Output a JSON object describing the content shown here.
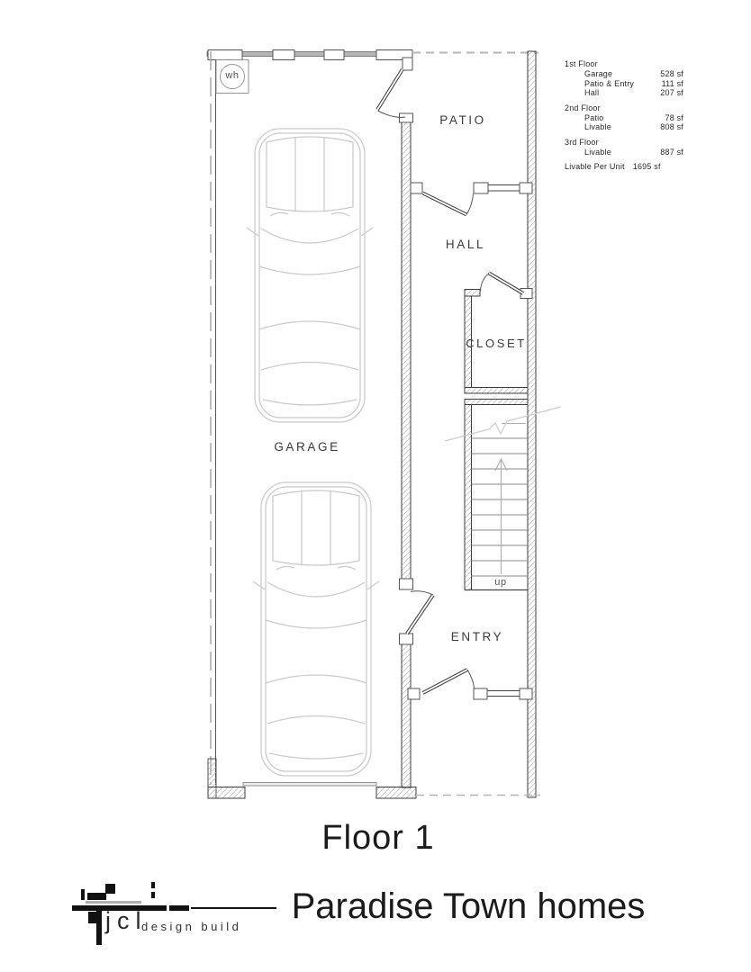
{
  "plan": {
    "room_labels": {
      "garage": "GARAGE",
      "patio": "PATIO",
      "hall": "HALL",
      "closet": "CLOSET",
      "entry": "ENTRY"
    },
    "water_heater_label": "wh",
    "stairs_up_label": "up"
  },
  "legend": {
    "sections": [
      {
        "header": "1st Floor",
        "items": [
          {
            "label": "Garage",
            "value": "528 sf"
          },
          {
            "label": "Patio & Entry",
            "value": "111 sf"
          },
          {
            "label": "Hall",
            "value": "207 sf"
          }
        ]
      },
      {
        "header": "2nd Floor",
        "items": [
          {
            "label": "Patio",
            "value": "78 sf"
          },
          {
            "label": "Livable",
            "value": "808 sf"
          }
        ]
      },
      {
        "header": "3rd Floor",
        "items": [
          {
            "label": "Livable",
            "value": "887 sf"
          }
        ]
      }
    ],
    "total": {
      "label": "Livable Per Unit",
      "value": "1695 sf"
    }
  },
  "titles": {
    "floor_title": "Floor 1",
    "project_title": "Paradise Town homes"
  },
  "logo": {
    "name": "jcl",
    "tagline": "design build"
  },
  "colors": {
    "ink": "#2a2a2a",
    "wall_hatch": "#c2c2c2",
    "car_outline": "#cbcbcb",
    "dashed_line": "#b5b5b5"
  }
}
